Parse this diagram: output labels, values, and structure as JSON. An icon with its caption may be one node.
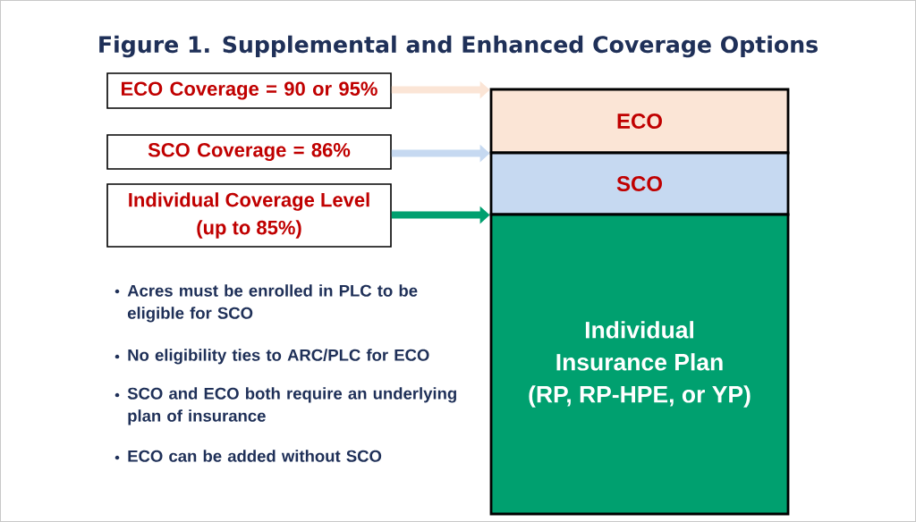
{
  "diagram": {
    "title": "Figure 1. Supplemental and Enhanced Coverage Options",
    "nodes": [
      {
        "text": [
          "ECO Coverage = 90 or 95%"
        ]
      },
      {
        "text": [
          "SCO Coverage = 86%"
        ]
      },
      {
        "text": [
          "Individual Coverage Level (up to 85%)"
        ]
      },
      {
        "text": [
          "ECO"
        ]
      },
      {
        "text": [
          "SCO"
        ]
      },
      {
        "text": [
          "Individual Insurance Plan (RP, RP-HPE, or YP)"
        ]
      }
    ],
    "edges": [
      {
        "from": 0,
        "to": 3,
        "arrow": "to",
        "color": "#fbe5d6"
      },
      {
        "from": 1,
        "to": 4,
        "arrow": "to",
        "color": "#c6d9f1"
      },
      {
        "from": 2,
        "to": 5,
        "arrow": "to",
        "color": "#00a06f"
      }
    ],
    "labels": [
      "Acres must be enrolled in PLC to be eligible for SCO",
      "No eligibility ties to ARC/PLC for ECO",
      "SCO and ECO both require an underlying plan of insurance",
      "ECO can be added without SCO"
    ]
  }
}
